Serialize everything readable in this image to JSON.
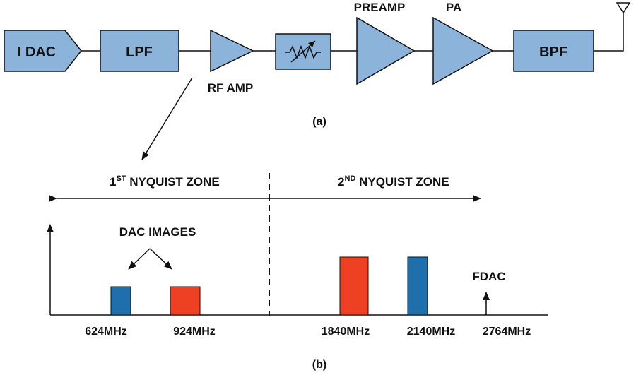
{
  "part_a": {
    "blocks": {
      "idac": "I DAC",
      "lpf": "LPF",
      "rf_amp": "RF AMP",
      "preamp": "PREAMP",
      "pa": "PA",
      "bpf": "BPF"
    },
    "caption": "(a)"
  },
  "part_b": {
    "zone1": {
      "prefix": "1",
      "sup": "ST",
      "rest": " NYQUIST ZONE"
    },
    "zone2": {
      "prefix": "2",
      "sup": "ND",
      "rest": " NYQUIST ZONE"
    },
    "dac_images_label": "DAC IMAGES",
    "fdac_label": "FDAC",
    "caption": "(b)",
    "colors": {
      "red": "#ee4023",
      "blue": "#1f6fad"
    }
  },
  "chart_data": {
    "type": "bar",
    "x_tick_labels": [
      "624MHz",
      "924MHz",
      "1840MHz",
      "2140MHz",
      "2764MHz"
    ],
    "bars": [
      {
        "freq_label": "624MHz",
        "relative_height": 0.4,
        "color": "blue"
      },
      {
        "freq_label": "924MHz",
        "relative_height": 0.4,
        "color": "red"
      },
      {
        "freq_label": "1840MHz",
        "relative_height": 0.82,
        "color": "red"
      },
      {
        "freq_label": "2140MHz",
        "relative_height": 0.82,
        "color": "blue"
      }
    ],
    "marker": {
      "freq_label": "2764MHz",
      "label": "FDAC"
    }
  }
}
